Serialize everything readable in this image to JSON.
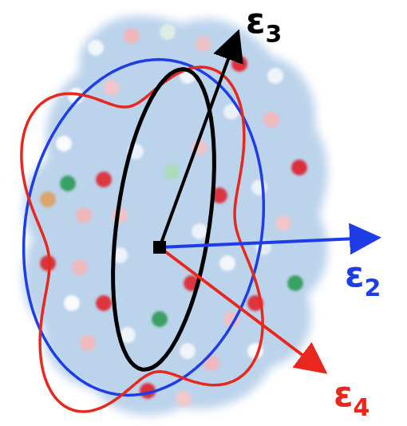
{
  "diagram": {
    "labels": [
      "ε3",
      "ε2",
      "ε4"
    ]
  }
}
